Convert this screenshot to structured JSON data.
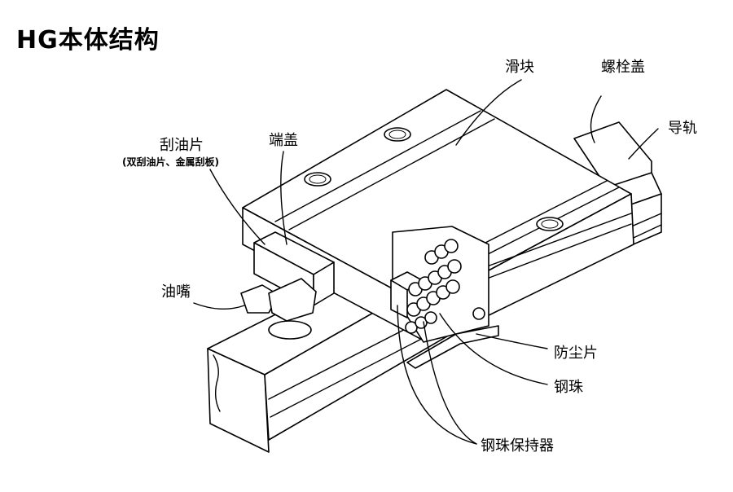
{
  "title": "HG本体结构",
  "labels": {
    "slider": "滑块",
    "bolt_cap": "螺栓盖",
    "rail": "导轨",
    "end_seal": "刮油片",
    "end_seal_note": "(双刮油片、金属刮板)",
    "end_cap": "端盖",
    "grease_nipple": "油嘴",
    "bottom_seal": "防尘片",
    "ball": "钢珠",
    "ball_retainer": "钢珠保持器"
  }
}
